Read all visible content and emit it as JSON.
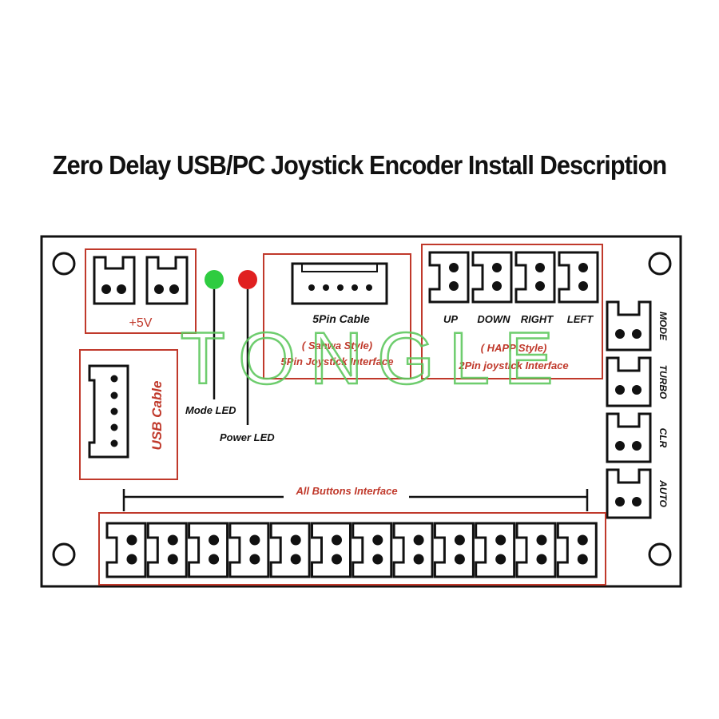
{
  "title": "Zero Delay USB/PC Joystick Encoder Install Description",
  "watermark": "TONGLE",
  "colors": {
    "red_outline": "#c0392b",
    "label_red": "#c0392b",
    "ink": "#111111",
    "watermark": "#5fc85f",
    "led_green": "#2ecc40",
    "led_red": "#e02020"
  },
  "power": {
    "label": "+5V"
  },
  "leds": {
    "mode": "Mode LED",
    "power": "Power LED"
  },
  "usb": {
    "label": "USB Cable"
  },
  "sanwa": {
    "cable": "5Pin Cable",
    "style": "( Sanwa Style)",
    "interface": "5Pin Joystick Interface"
  },
  "happ": {
    "style": "( HAPP Style)",
    "interface": "2Pin joystick Interface",
    "directions": [
      "UP",
      "DOWN",
      "RIGHT",
      "LEFT"
    ]
  },
  "side_buttons": [
    "MODE",
    "TURBO",
    "CLR",
    "AUTO"
  ],
  "buttons": {
    "label": "All Buttons Interface",
    "count": 12
  }
}
